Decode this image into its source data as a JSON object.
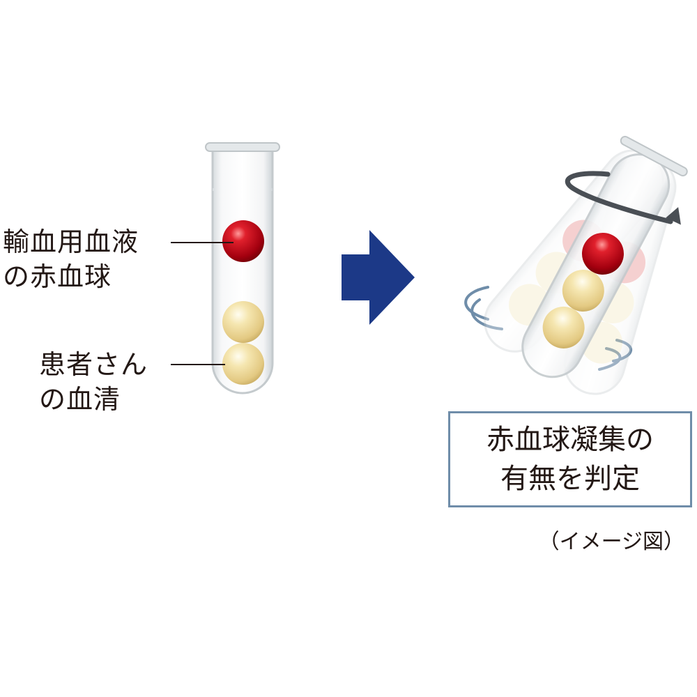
{
  "labels": {
    "donor_rbc": [
      "輸血用血液",
      "の赤血球"
    ],
    "patient_serum": [
      "患者さん",
      "の血清"
    ]
  },
  "result_box": {
    "lines": [
      "赤血球凝集の",
      "有無を判定"
    ]
  },
  "caption": "（イメージ図）",
  "colors": {
    "rbc": "#c8101e",
    "serum_bead": "#f2e2a6",
    "arrow": "#1c3987",
    "box_border": "#6f8da9",
    "rotation_arrow": "#4a4f55",
    "swirl": "#6f8da9"
  }
}
